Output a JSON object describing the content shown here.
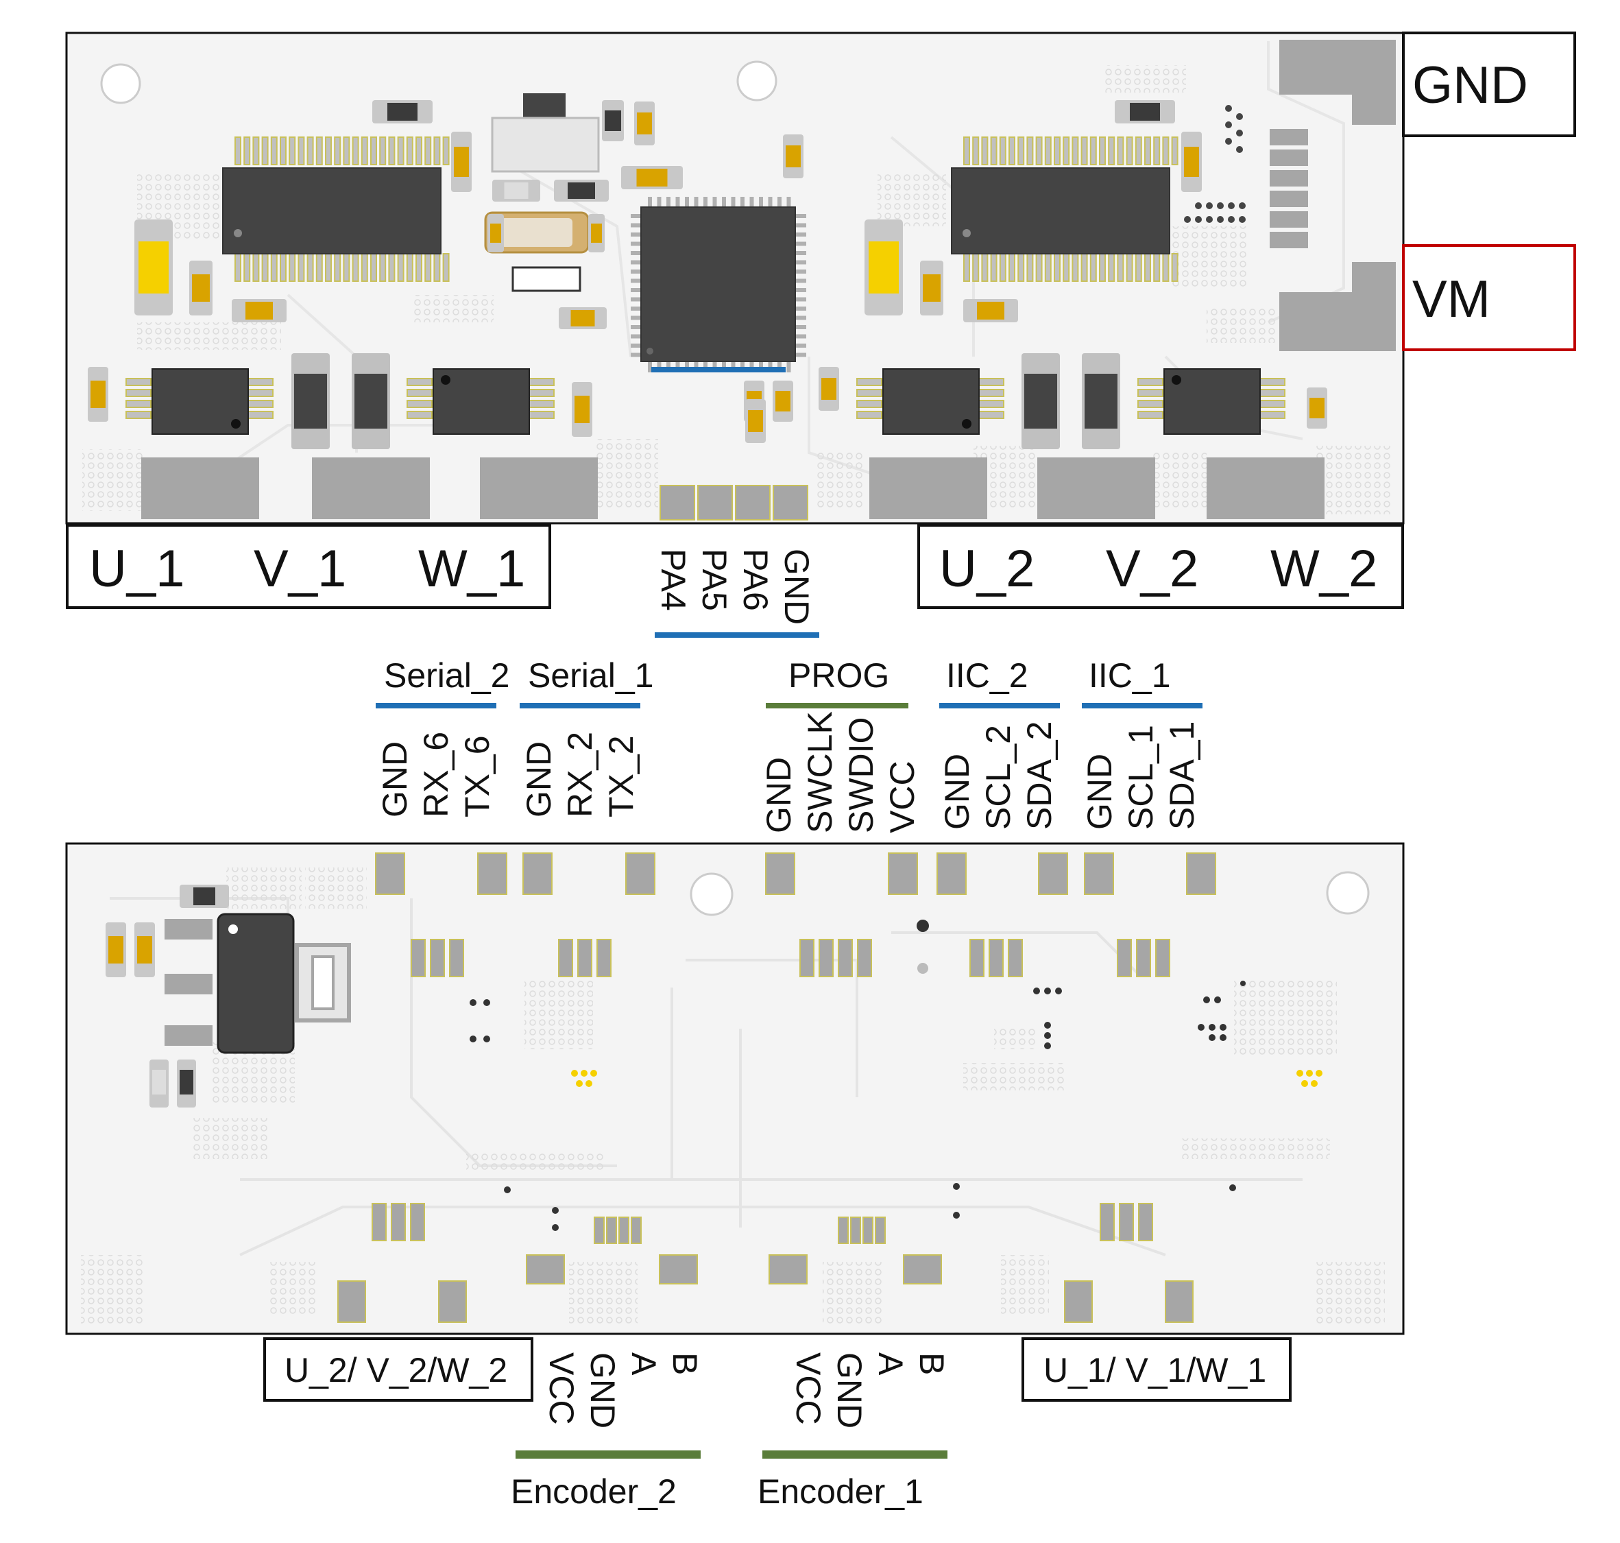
{
  "power": {
    "gnd": "GND",
    "vm": "VM"
  },
  "top_motor_1": [
    "U_1",
    "V_1",
    "W_1"
  ],
  "top_motor_2": [
    "U_2",
    "V_2",
    "W_2"
  ],
  "gpio_pins": [
    "PA4",
    "PA5",
    "PA6",
    "GND"
  ],
  "groups": {
    "serial_2": {
      "title": "Serial_2",
      "pins": [
        "GND",
        "RX_6",
        "TX_6"
      ]
    },
    "serial_1": {
      "title": "Serial_1",
      "pins": [
        "GND",
        "RX_2",
        "TX_2"
      ]
    },
    "prog": {
      "title": "PROG",
      "pins": [
        "GND",
        "SWCLK",
        "SWDIO",
        "VCC"
      ]
    },
    "iic_2": {
      "title": "IIC_2",
      "pins": [
        "GND",
        "SCL_2",
        "SDA_2"
      ]
    },
    "iic_1": {
      "title": "IIC_1",
      "pins": [
        "GND",
        "SCL_1",
        "SDA_1"
      ]
    }
  },
  "bottom_motor_2": "U_2/ V_2/W_2",
  "bottom_motor_1": "U_1/ V_1/W_1",
  "encoder_2": {
    "title": "Encoder_2",
    "pins": [
      "VCC",
      "GND",
      "A",
      "B"
    ]
  },
  "encoder_1": {
    "title": "Encoder_1",
    "pins": [
      "VCC",
      "GND",
      "A",
      "B"
    ]
  },
  "colors": {
    "blue": "#1f6fb5",
    "green": "#5a7d3a",
    "red": "#c00000",
    "ic": "#444444",
    "pad": "#a6a6a6",
    "pad_edge": "#c9c15a",
    "smd_gold": "#d9a300",
    "led_yellow": "#f5d000"
  }
}
